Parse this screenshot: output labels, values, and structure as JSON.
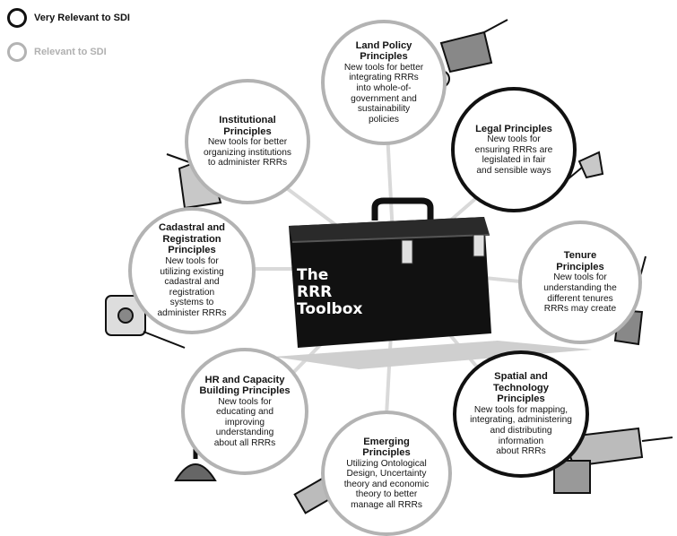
{
  "legend": {
    "very_relevant": {
      "label": "Very Relevant to SDI",
      "color": "#111111"
    },
    "relevant": {
      "label": "Relevant to SDI",
      "color": "#b3b3b3"
    }
  },
  "toolbox": {
    "label_lines": [
      "The",
      "RRR",
      "Toolbox"
    ],
    "color": "#111111"
  },
  "principles": {
    "land_policy": {
      "title_lines": [
        "Land Policy",
        "Principles"
      ],
      "desc_lines": [
        "New tools for better",
        "integrating RRRs",
        "into whole-of-",
        "government and",
        "sustainability",
        "policies"
      ],
      "relevance": "relevant",
      "tool_icon": "wheelbarrow-icon"
    },
    "institutional": {
      "title_lines": [
        "Institutional",
        "Principles"
      ],
      "desc_lines": [
        "New tools for better",
        "organizing institutions",
        "to administer RRRs"
      ],
      "relevance": "relevant",
      "tool_icon": "trowel-icon"
    },
    "legal": {
      "title_lines": [
        "Legal Principles"
      ],
      "desc_lines": [
        "New tools for",
        "ensuring RRRs are",
        "legislated in fair",
        "and sensible ways"
      ],
      "relevance": "very",
      "tool_icon": "shovel-icon"
    },
    "cadastral": {
      "title_lines": [
        "Cadastral and",
        "Registration",
        "Principles"
      ],
      "desc_lines": [
        "New tools for",
        "utilizing existing",
        "cadastral and registration",
        "systems to",
        "administer RRRs"
      ],
      "relevance": "relevant",
      "tool_icon": "tape-measure-icon"
    },
    "tenure": {
      "title_lines": [
        "Tenure",
        "Principles"
      ],
      "desc_lines": [
        "New tools for",
        "understanding the",
        "different tenures",
        "RRRs may create"
      ],
      "relevance": "relevant",
      "tool_icon": "broom-icon"
    },
    "hr_capacity": {
      "title_lines": [
        "HR and Capacity",
        "Building Principles"
      ],
      "desc_lines": [
        "New tools for",
        "educating and",
        "improving",
        "understanding",
        "about all RRRs"
      ],
      "relevance": "relevant",
      "tool_icon": "plunger-icon"
    },
    "spatial": {
      "title_lines": [
        "Spatial and",
        "Technology",
        "Principles"
      ],
      "desc_lines": [
        "New tools for mapping,",
        "integrating, administering",
        "and distributing",
        "information",
        "about RRRs"
      ],
      "relevance": "very",
      "tool_icon": "drill-icon"
    },
    "emerging": {
      "title_lines": [
        "Emerging",
        "Principles"
      ],
      "desc_lines": [
        "Utilizing Ontological",
        "Design, Uncertainty",
        "theory and economic",
        "theory to better",
        "manage all RRRs"
      ],
      "relevance": "relevant",
      "tool_icon": "paintbrush-icon"
    }
  }
}
